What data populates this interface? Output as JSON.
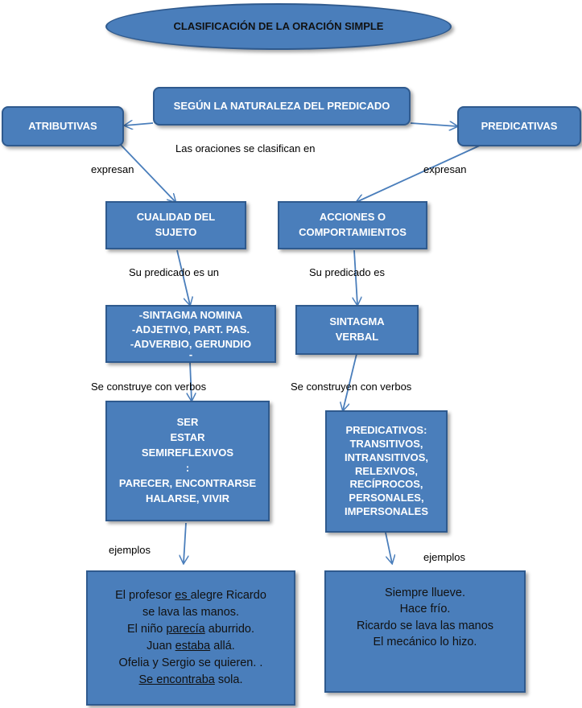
{
  "title": "CLASIFICACIÓN DE LA ORACIÓN SIMPLE",
  "root": "SEGÚN LA NATURALEZA DEL PREDICADO",
  "root_label": "Las oraciones se clasifican en",
  "left": {
    "category": "ATRIBUTIVAS",
    "edge1": "expresan",
    "meaning": [
      "CUALIDAD DEL",
      "SUJETO"
    ],
    "edge2": "Su predicado es un",
    "predicate": [
      "-SINTAGMA NOMINA",
      "-ADJETIVO, PART. PAS.",
      "-ADVERBIO, GERUNDIO",
      "-"
    ],
    "edge3": "Se construye con verbos",
    "verbs": [
      "SER",
      "ESTAR",
      "SEMIREFLEXIVOS",
      ":",
      "PARECER, ENCONTRARSE",
      "HALARSE, VIVIR"
    ],
    "edge4": "ejemplos",
    "examples": {
      "l1_a": "El profesor ",
      "l1_b": "es ",
      "l1_c": "alegre Ricardo",
      "l2": "se lava las manos.",
      "l3_a": "El niño ",
      "l3_b": "parecía",
      "l3_c": " aburrido.",
      "l4_a": "Juan ",
      "l4_b": "estaba",
      "l4_c": " allá.",
      "l5": "Ofelia y Sergio se quieren. .",
      "l6_a": "Se encontraba",
      "l6_b": " sola."
    }
  },
  "right": {
    "category": "PREDICATIVAS",
    "edge1": "expresan",
    "meaning": [
      "ACCIONES O",
      "COMPORTAMIENTOS"
    ],
    "edge2": "Su predicado es",
    "predicate": [
      "SINTAGMA",
      "VERBAL"
    ],
    "edge3": "Se construyen con verbos",
    "verbs": [
      "PREDICATIVOS:",
      "TRANSITIVOS,",
      "INTRANSITIVOS,",
      "RELEXIVOS,",
      "RECÍPROCOS,",
      "PERSONALES,",
      "IMPERSONALES"
    ],
    "edge4": "ejemplos",
    "examples": [
      "Siempre llueve.",
      "Hace frío.",
      "Ricardo se lava las manos",
      "El mecánico lo hizo."
    ]
  },
  "colors": {
    "box_fill": "#4a7ebb",
    "box_border": "#2f5a8e",
    "arrow": "#4a7ebb"
  }
}
